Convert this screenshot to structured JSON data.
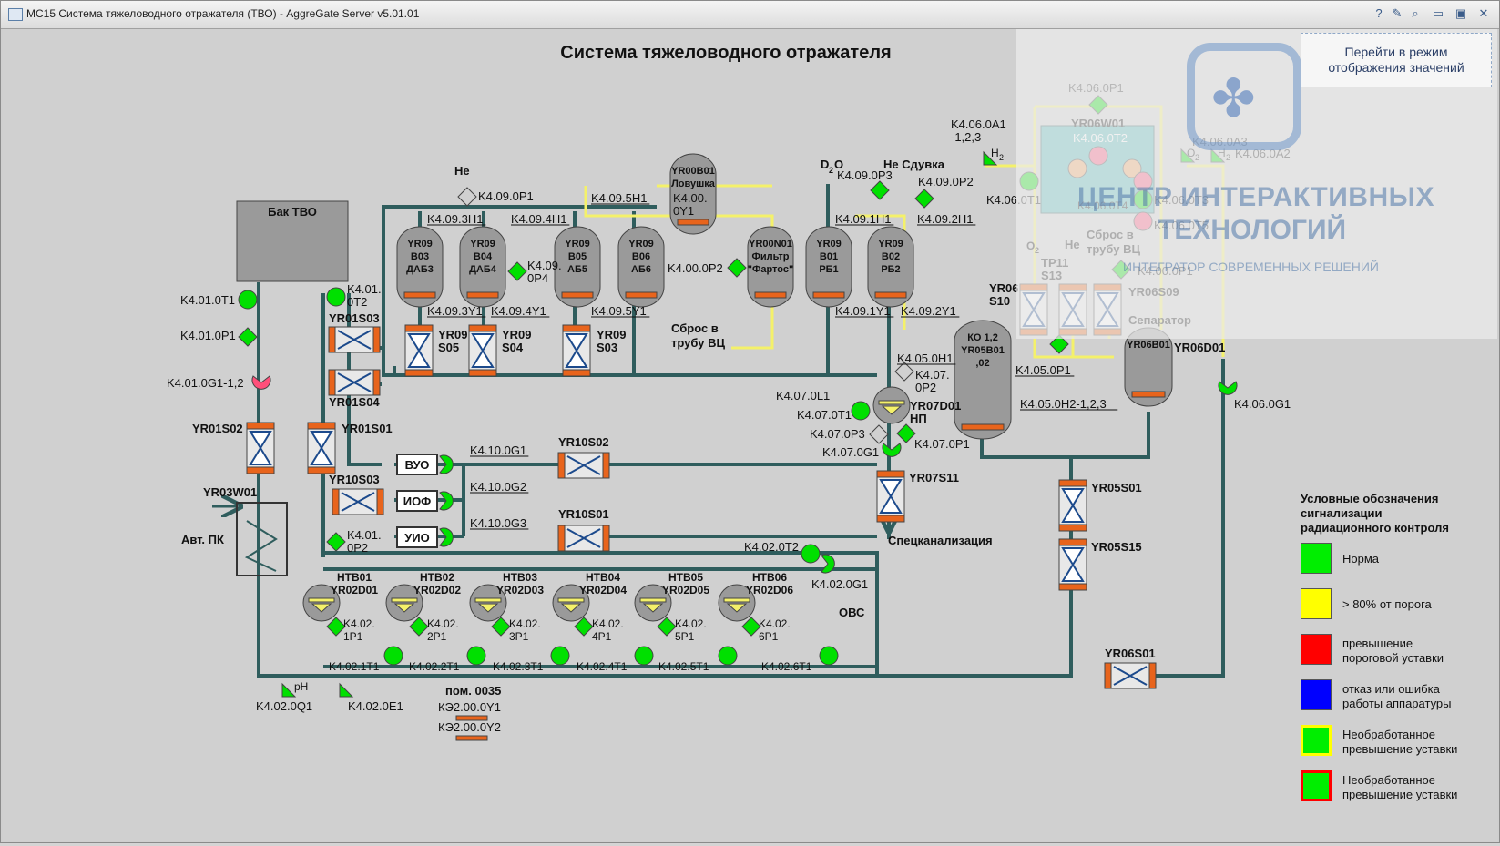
{
  "window": {
    "title": "MC15 Система тяжеловодного отражателя (ТВО) - AggreGate Server v5.01.01",
    "toolbar_icons": [
      "help-icon",
      "edit-icon",
      "search-icon",
      "maximize-icon",
      "restore-icon",
      "close-icon"
    ]
  },
  "diagram": {
    "title": "Система тяжеловодного отражателя",
    "tank": "Бак ТВО",
    "trap": [
      "YR00B01",
      "Ловушка"
    ],
    "filter": [
      "YR00N01",
      "Фильтр",
      "\"Фартос\""
    ],
    "vessels": [
      {
        "l1": "YR09",
        "l2": "B03",
        "l3": "ДАБ3"
      },
      {
        "l1": "YR09",
        "l2": "B04",
        "l3": "ДАБ4"
      },
      {
        "l1": "YR09",
        "l2": "B05",
        "l3": "АБ5"
      },
      {
        "l1": "YR09",
        "l2": "B06",
        "l3": "АБ6"
      },
      {
        "l1": "YR09",
        "l2": "B01",
        "l3": "РБ1"
      },
      {
        "l1": "YR09",
        "l2": "B02",
        "l3": "РБ2"
      }
    ],
    "ko": [
      "КО 1,2",
      "YR05B01",
      ",02"
    ],
    "separator": "YR06B01",
    "separator_label": "Сепаратор",
    "vuo": "ВУО",
    "iof": "ИОФ",
    "uio": "УИО",
    "avt_pk": "Авт. ПК",
    "ovs": "ОВС",
    "pom": "пом. 0035",
    "speckanal": "Спецканализация",
    "sbros_vc": [
      "Сброс в",
      "трубу ВЦ"
    ],
    "sbros_vc2": [
      "Сброс в",
      "трубу ВЦ"
    ],
    "he1": "Не",
    "d2o": "D",
    "d2o_sub": "2",
    "d2o_tail": "O",
    "he_sduvka": "Не Сдувка",
    "o2": "O",
    "o2_sub": "2",
    "he2": "Не",
    "h2": "H",
    "h2_sub": "2",
    "ph": "pH",
    "htb": [
      {
        "a": "НТВ01",
        "b": "YR02D01"
      },
      {
        "a": "НТВ02",
        "b": "YR02D02"
      },
      {
        "a": "НТВ03",
        "b": "YR02D03"
      },
      {
        "a": "НТВ04",
        "b": "YR02D04"
      },
      {
        "a": "НТВ05",
        "b": "YR02D05"
      },
      {
        "a": "НТВ06",
        "b": "YR02D06"
      }
    ],
    "valves": {
      "yr01s03": "YR01S03",
      "yr01s04": "YR01S04",
      "yr01s02": "YR01S02",
      "yr01s01": "YR01S01",
      "yr03w01": "YR03W01",
      "yr10s03": "YR10S03",
      "yr10s02": "YR10S02",
      "yr10s01": "YR10S01",
      "yr09s05": [
        "YR09",
        "S05"
      ],
      "yr09s04": [
        "YR09",
        "S04"
      ],
      "yr09s03": [
        "YR09",
        "S03"
      ],
      "yr07d01": [
        "YR07D01",
        "НП"
      ],
      "yr07s11": "YR07S11",
      "yr05s01": "YR05S01",
      "yr05s15": "YR05S15",
      "yr06s01": "YR06S01",
      "yr06d01": "YR06D01",
      "yr06w01": "YR06W01",
      "yr06s10": [
        "YR06",
        "S10"
      ],
      "yr06s13": [
        "TP11",
        "S13"
      ],
      "yr06s09": "YR06S09"
    },
    "tags": {
      "k4_01_0t1": "K4.01.0T1",
      "k4_01_0p1": "K4.01.0P1",
      "k4_01_0g1": "K4.01.0G1-1,2",
      "k4_01_0t2": [
        "K4.01.",
        "0T2"
      ],
      "k4_01_0p2": [
        "K4.01.",
        "0P2"
      ],
      "k4_09_0p1": "K4.09.0P1",
      "k4_09_3h1": "K4.09.3H1",
      "k4_09_4h1": "K4.09.4H1",
      "k4_09_5h1": "K4.09.5H1",
      "k4_09_0p4": [
        "K4.09.",
        "0P4"
      ],
      "k4_09_3y1": "K4.09.3Y1",
      "k4_09_4y1": "K4.09.4Y1",
      "k4_09_5y1": "K4.09.5Y1",
      "k4_00_0y1": [
        "K4.00.",
        "0Y1"
      ],
      "k4_00_0p2": "K4.00.0P2",
      "k4_09_0p3": "K4.09.0P3",
      "k4_09_0p2": "K4.09.0P2",
      "k4_09_1h1": "K4.09.1H1",
      "k4_09_2h1": "K4.09.2H1",
      "k4_09_1y1": "K4.09.1Y1",
      "k4_09_2y1": "K4.09.2Y1",
      "k4_05_0h1": "K4.05.0H1",
      "k4_07_0p2": [
        "K4.07.",
        "0P2"
      ],
      "k4_07_0l1": "K4.07.0L1",
      "k4_07_0t1": "K4.07.0T1",
      "k4_07_0p3": "K4.07.0P3",
      "k4_07_0g1": "K4.07.0G1",
      "k4_07_0p1": "K4.07.0P1",
      "k4_05_0p1": "K4.05.0P1",
      "k4_05_0h2": "K4.05.0H2-1,2,3",
      "k4_10_0g1": "K4.10.0G1",
      "k4_10_0g2": "K4.10.0G2",
      "k4_10_0g3": "K4.10.0G3",
      "k4_02_0t2": "K4.02.0T2",
      "k4_02_0g1": "K4.02.0G1",
      "k4_02_p": [
        [
          "K4.02.",
          "1P1"
        ],
        [
          "K4.02.",
          "2P1"
        ],
        [
          "K4.02.",
          "3P1"
        ],
        [
          "K4.02.",
          "4P1"
        ],
        [
          "K4.02.",
          "5P1"
        ],
        [
          "K4.02.",
          "6P1"
        ]
      ],
      "k4_02_t": [
        "K4.02.1T1",
        "K4.02.2T1",
        "K4.02.3T1",
        "K4.02.4T1",
        "K4.02.5T1",
        "K4.02.6T1"
      ],
      "k4_02_0q1": "K4.02.0Q1",
      "k4_02_0e1": "K4.02.0E1",
      "ke_0y1": "КЭ2.00.0Y1",
      "ke_0y2": "КЭ2.00.0Y2",
      "k4_06_0p1": "K4.06.0P1",
      "k4_06_0a1": [
        "K4.06.0A1",
        "-1,2,3"
      ],
      "k4_06_0t2": "K4.06.0T2",
      "k4_06_0a3": "K4.06.0A3",
      "k4_06_0a2": "K4.06.0A2",
      "k4_06_0t1": "K4.06.0T1",
      "k4_06_0t3": "K4.06.0T3",
      "k4_06_0t4": "K4.06.0T4",
      "k4_06_0t5": "K4.06.0T5",
      "k4_00_0p1": "K4.00.0P1",
      "k4_06_0g1": "K4.06.0G1"
    }
  },
  "mode_button": "Перейти в режим отображения значений",
  "watermark": {
    "line1": "ЦЕНТР ИНТЕРАКТИВНЫХ",
    "line2": "ТЕХНОЛОГИЙ",
    "line3": "ИНТЕГРАТОР СОВРЕМЕННЫХ РЕШЕНИЙ"
  },
  "legend": {
    "title": [
      "Условные обозначения",
      "сигнализации",
      "радиационного контроля"
    ],
    "items": [
      {
        "color": "#00ee00",
        "border": "#555555",
        "l1": "Норма",
        "l2": ""
      },
      {
        "color": "#ffff00",
        "border": "#555555",
        "l1": "> 80% от порога",
        "l2": ""
      },
      {
        "color": "#ff0000",
        "border": "#555555",
        "l1": "превышение",
        "l2": "пороговой уставки"
      },
      {
        "color": "#0000ff",
        "border": "#555555",
        "l1": "отказ или ошибка",
        "l2": "работы аппаратуры"
      },
      {
        "color": "#00ee00",
        "border": "#ffff00",
        "l1": "Необработанное",
        "l2": "превышение уставки"
      },
      {
        "color": "#00ee00",
        "border": "#ff0000",
        "l1": "Необработанное",
        "l2": "превышение уставки"
      }
    ]
  },
  "colors": {
    "pipe": "#2f5d5d",
    "pipe_yellow": "#f4f16a",
    "green": "#00e000",
    "pink": "#ff4f7a",
    "orange": "#e8641c",
    "valve_blue": "#1c4a8c"
  }
}
